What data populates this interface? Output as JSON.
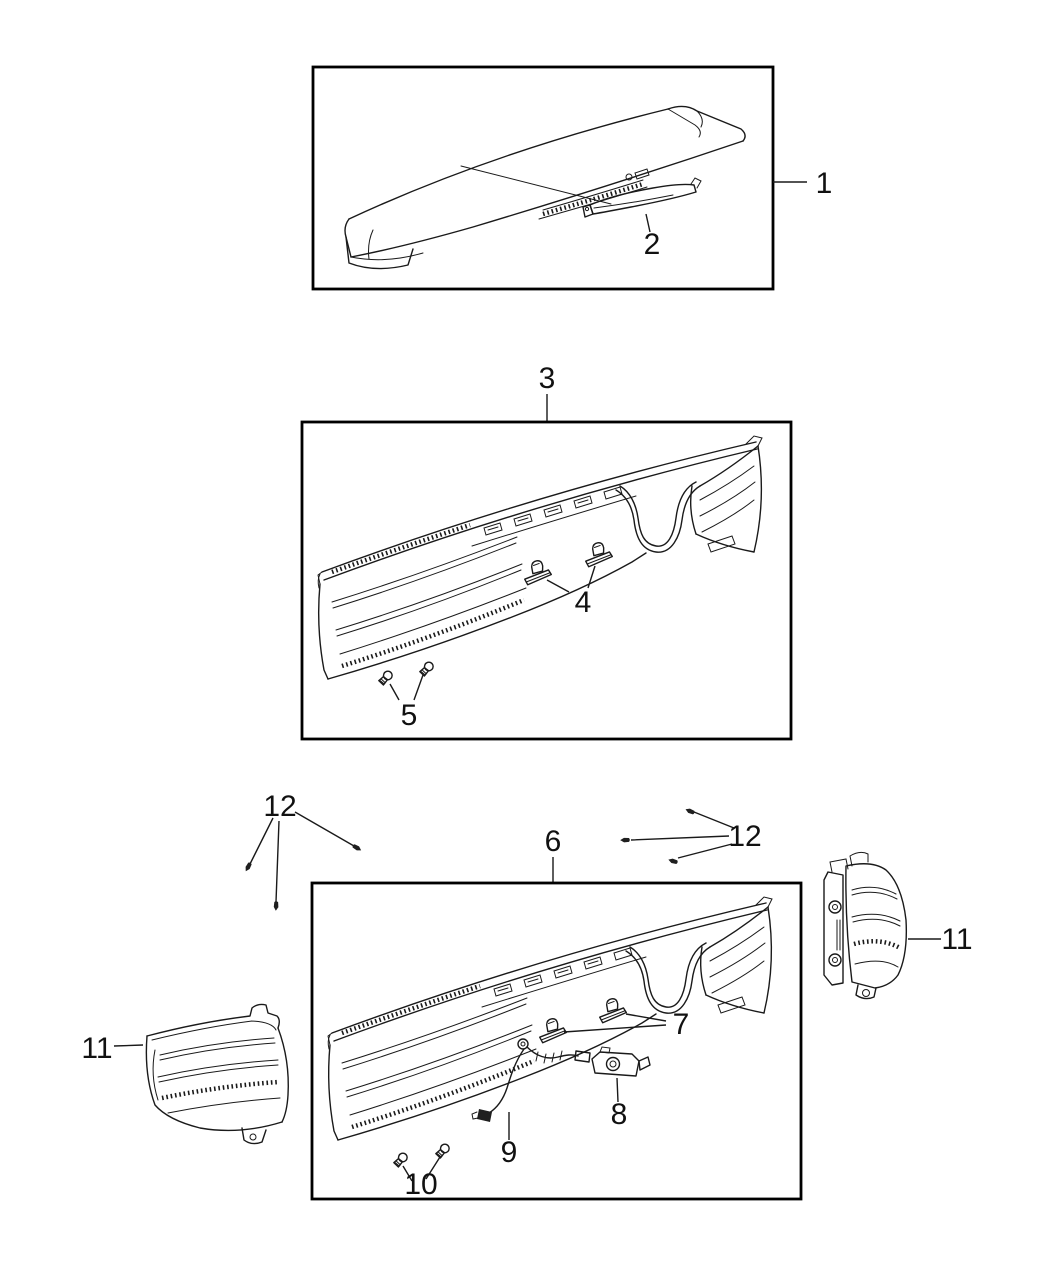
{
  "diagram": {
    "background_color": "#ffffff",
    "line_color": "#1a1a1a",
    "box_border_color": "#000000"
  },
  "callouts": {
    "c1": "1",
    "c2": "2",
    "c3": "3",
    "c4": "4",
    "c5": "5",
    "c6": "6",
    "c7": "7",
    "c8": "8",
    "c9": "9",
    "c10": "10",
    "c11_left": "11",
    "c11_right": "11",
    "c12_left": "12",
    "c12_right": "12"
  }
}
